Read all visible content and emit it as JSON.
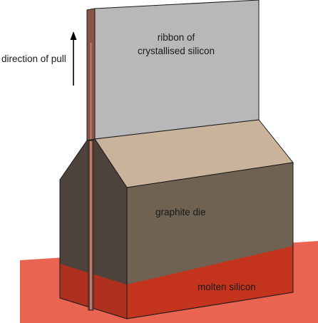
{
  "labels": {
    "ribbon_line1": "ribbon of",
    "ribbon_line2": "crystallised silicon",
    "direction_of_pull": "direction of pull",
    "graphite_die": "graphite die",
    "molten_silicon": "molten silicon"
  },
  "colors": {
    "ribbon": "#b8b8ba",
    "ribbon_edge": "#7a4a40",
    "die_top": "#c9b39b",
    "die_front": "#6f6253",
    "die_left": "#4d423c",
    "molten_pool": "#e96552",
    "molten_submerged_front": "#c8321a",
    "molten_submerged_left": "#b3301f",
    "arrow": "#000000"
  }
}
